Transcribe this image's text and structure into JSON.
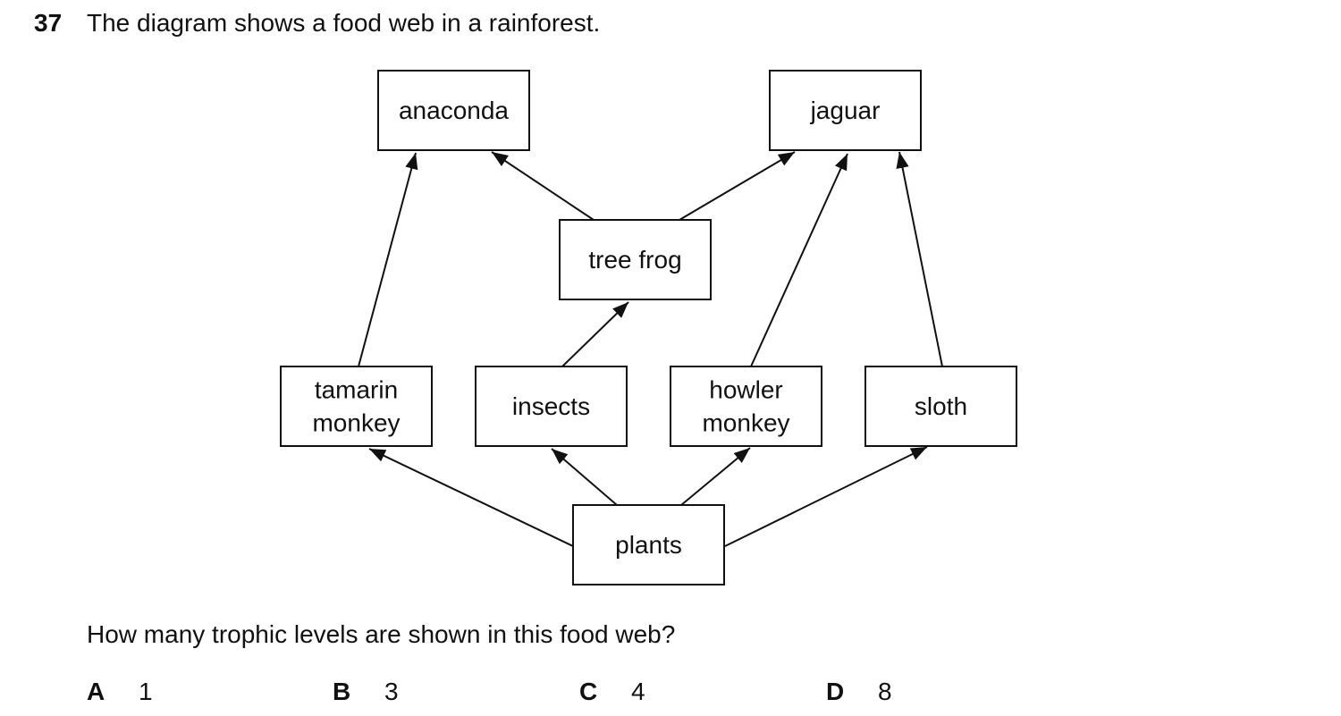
{
  "question_number": "37",
  "intro": "The diagram shows a food web in a rainforest.",
  "nodes": {
    "anaconda": [
      "anaconda"
    ],
    "jaguar": [
      "jaguar"
    ],
    "tree_frog": [
      "tree frog"
    ],
    "tamarin_monkey": [
      "tamarin",
      "monkey"
    ],
    "insects": [
      "insects"
    ],
    "howler_monkey": [
      "howler",
      "monkey"
    ],
    "sloth": [
      "sloth"
    ],
    "plants": [
      "plants"
    ]
  },
  "edges": [
    {
      "from": "plants",
      "to": "tamarin_monkey"
    },
    {
      "from": "plants",
      "to": "insects"
    },
    {
      "from": "plants",
      "to": "howler_monkey"
    },
    {
      "from": "plants",
      "to": "sloth"
    },
    {
      "from": "insects",
      "to": "tree_frog"
    },
    {
      "from": "tree_frog",
      "to": "anaconda"
    },
    {
      "from": "tree_frog",
      "to": "jaguar"
    },
    {
      "from": "tamarin_monkey",
      "to": "anaconda"
    },
    {
      "from": "howler_monkey",
      "to": "jaguar"
    },
    {
      "from": "sloth",
      "to": "jaguar"
    }
  ],
  "question": "How many trophic levels are shown in this food web?",
  "options": [
    {
      "letter": "A",
      "value": "1"
    },
    {
      "letter": "B",
      "value": "3"
    },
    {
      "letter": "C",
      "value": "4"
    },
    {
      "letter": "D",
      "value": "8"
    }
  ]
}
